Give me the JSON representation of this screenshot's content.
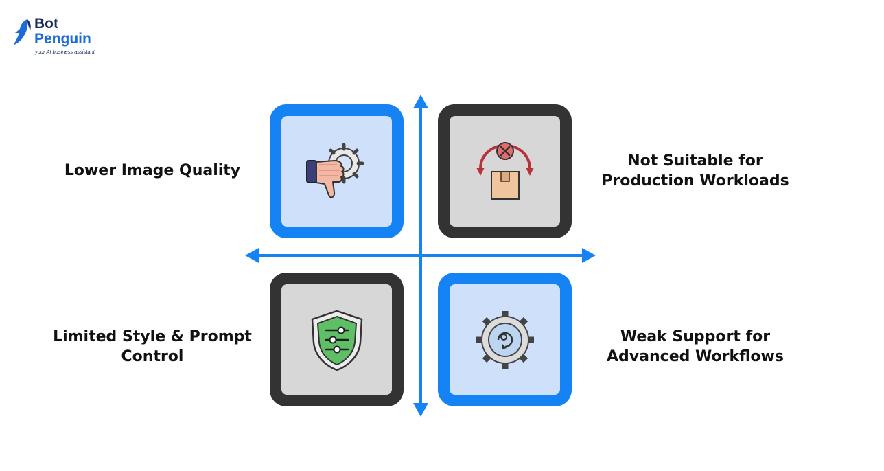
{
  "brand": {
    "name_line1": "Bot",
    "name_line2": "Penguin",
    "tagline": "your AI business assistant",
    "colors": {
      "navy": "#1a2c5c",
      "blue": "#1b6bd8"
    }
  },
  "colors": {
    "accent_blue": "#1683f5",
    "tile_dark": "#333333",
    "tile_light_blue": "#cfe0fb",
    "tile_light_gray": "#d7d7d7"
  },
  "quadrants": [
    {
      "label": "Lower Image Quality",
      "icon": "thumbs-down-gear-icon",
      "style": "blue"
    },
    {
      "label": "Not Suitable for Production Workloads",
      "icon": "box-rejected-icon",
      "style": "dark"
    },
    {
      "label": "Limited Style & Prompt Control",
      "icon": "shield-sliders-icon",
      "style": "dark"
    },
    {
      "label": "Weak Support for Advanced Workflows",
      "icon": "gear-cycle-icon",
      "style": "blue"
    }
  ]
}
